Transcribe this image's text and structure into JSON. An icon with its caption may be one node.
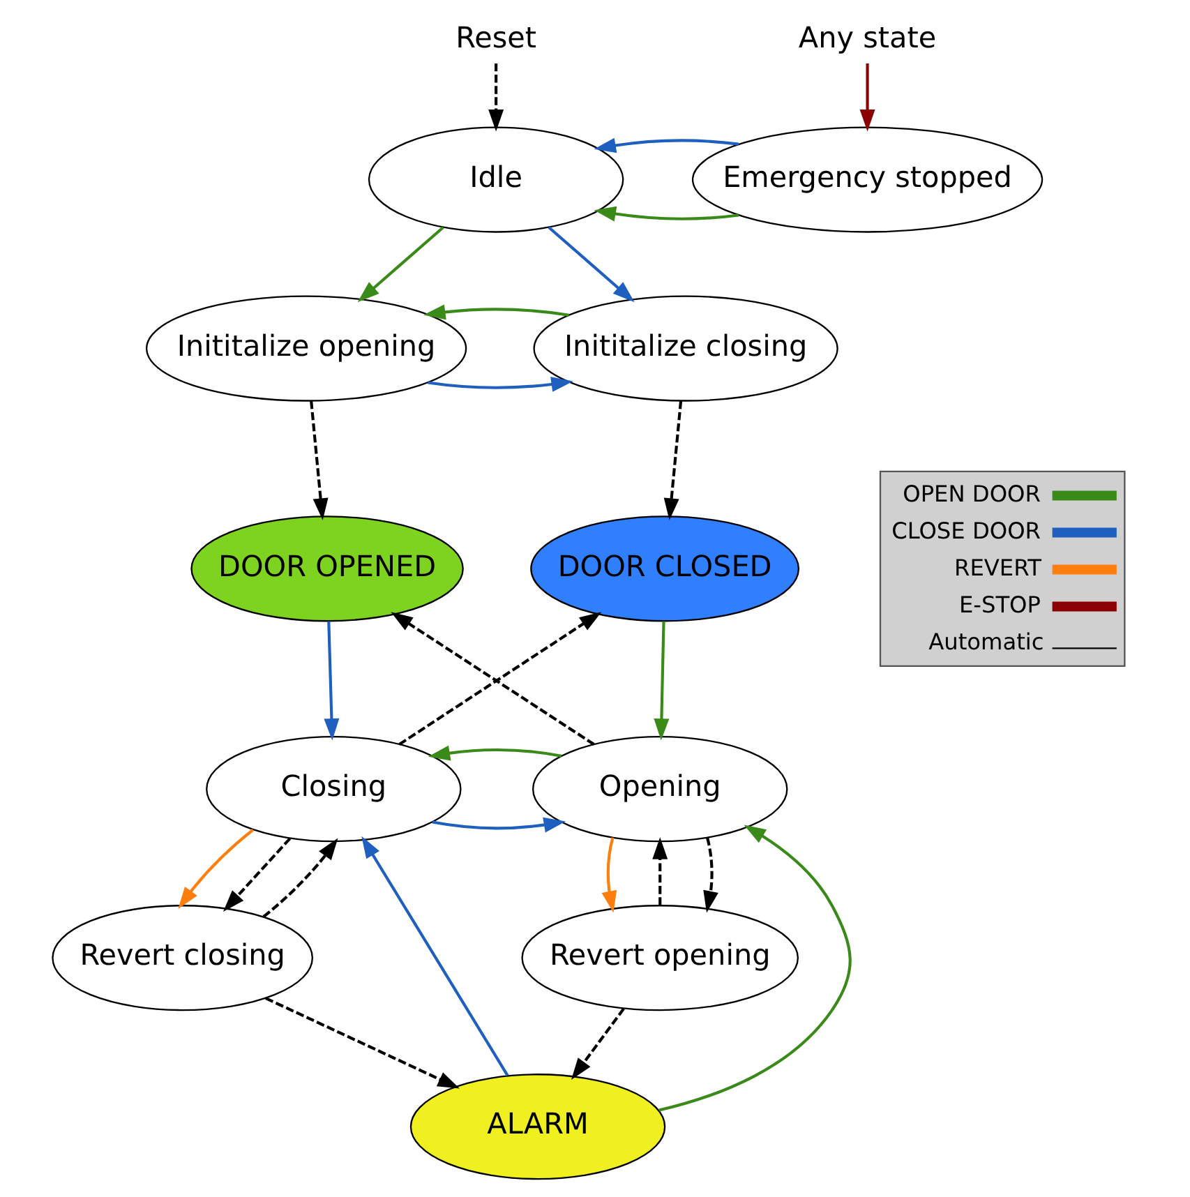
{
  "diagram": {
    "nodes": [
      {
        "text": [
          "Reset"
        ]
      },
      {
        "text": [
          "Any state"
        ]
      },
      {
        "text": [
          "Idle"
        ]
      },
      {
        "text": [
          "Emergency stopped"
        ]
      },
      {
        "text": [
          "Inititalize opening"
        ]
      },
      {
        "text": [
          "Inititalize closing"
        ]
      },
      {
        "text": [
          "DOOR OPENED"
        ]
      },
      {
        "text": [
          "DOOR CLOSED"
        ]
      },
      {
        "text": [
          "Closing"
        ]
      },
      {
        "text": [
          "Opening"
        ]
      },
      {
        "text": [
          "Revert closing"
        ]
      },
      {
        "text": [
          "Revert opening"
        ]
      },
      {
        "text": [
          "ALARM"
        ]
      }
    ],
    "edges": [
      {
        "from": 0,
        "to": 2,
        "arrow": "to",
        "style": "dashed",
        "color": "#000000"
      },
      {
        "from": 1,
        "to": 3,
        "arrow": "to",
        "color": "#8b0000"
      },
      {
        "from": 3,
        "to": 2,
        "arrow": "to",
        "color": "#3a8a1a"
      },
      {
        "from": 3,
        "to": 2,
        "arrow": "to",
        "color": "#1f5fbf"
      },
      {
        "from": 2,
        "to": 4,
        "arrow": "to",
        "color": "#3a8a1a"
      },
      {
        "from": 2,
        "to": 5,
        "arrow": "to",
        "color": "#1f5fbf"
      },
      {
        "from": 4,
        "to": 5,
        "arrow": "to",
        "color": "#1f5fbf"
      },
      {
        "from": 5,
        "to": 4,
        "arrow": "to",
        "color": "#3a8a1a"
      },
      {
        "from": 4,
        "to": 6,
        "arrow": "to",
        "style": "dashed",
        "color": "#000000"
      },
      {
        "from": 5,
        "to": 7,
        "arrow": "to",
        "style": "dashed",
        "color": "#000000"
      },
      {
        "from": 6,
        "to": 8,
        "arrow": "to",
        "color": "#1f5fbf"
      },
      {
        "from": 7,
        "to": 9,
        "arrow": "to",
        "color": "#3a8a1a"
      },
      {
        "from": 8,
        "to": 7,
        "arrow": "to",
        "style": "dashed",
        "color": "#000000"
      },
      {
        "from": 9,
        "to": 6,
        "arrow": "to",
        "style": "dashed",
        "color": "#000000"
      },
      {
        "from": 8,
        "to": 9,
        "arrow": "to",
        "color": "#1f5fbf"
      },
      {
        "from": 9,
        "to": 8,
        "arrow": "to",
        "color": "#3a8a1a"
      },
      {
        "from": 8,
        "to": 10,
        "arrow": "to",
        "color": "#ff7f0e"
      },
      {
        "from": 8,
        "to": 10,
        "arrow": "to",
        "style": "dashed",
        "color": "#000000"
      },
      {
        "from": 10,
        "to": 8,
        "arrow": "to",
        "style": "dashed",
        "color": "#000000"
      },
      {
        "from": 9,
        "to": 11,
        "arrow": "to",
        "color": "#ff7f0e"
      },
      {
        "from": 11,
        "to": 9,
        "arrow": "to",
        "style": "dashed",
        "color": "#000000"
      },
      {
        "from": 9,
        "to": 11,
        "arrow": "to",
        "style": "dashed",
        "color": "#000000"
      },
      {
        "from": 10,
        "to": 12,
        "arrow": "to",
        "style": "dashed",
        "color": "#000000"
      },
      {
        "from": 11,
        "to": 12,
        "arrow": "to",
        "style": "dashed",
        "color": "#000000"
      },
      {
        "from": 12,
        "to": 8,
        "arrow": "to",
        "color": "#1f5fbf"
      },
      {
        "from": 12,
        "to": 9,
        "arrow": "to",
        "color": "#3a8a1a"
      }
    ],
    "legend": [
      {
        "text": "OPEN DOOR",
        "color": "#3a8a1a"
      },
      {
        "text": "CLOSE DOOR",
        "color": "#1f5fbf"
      },
      {
        "text": "REVERT",
        "color": "#ff7f0e"
      },
      {
        "text": "E-STOP",
        "color": "#8b0000"
      },
      {
        "text": "Automatic"
      }
    ]
  }
}
